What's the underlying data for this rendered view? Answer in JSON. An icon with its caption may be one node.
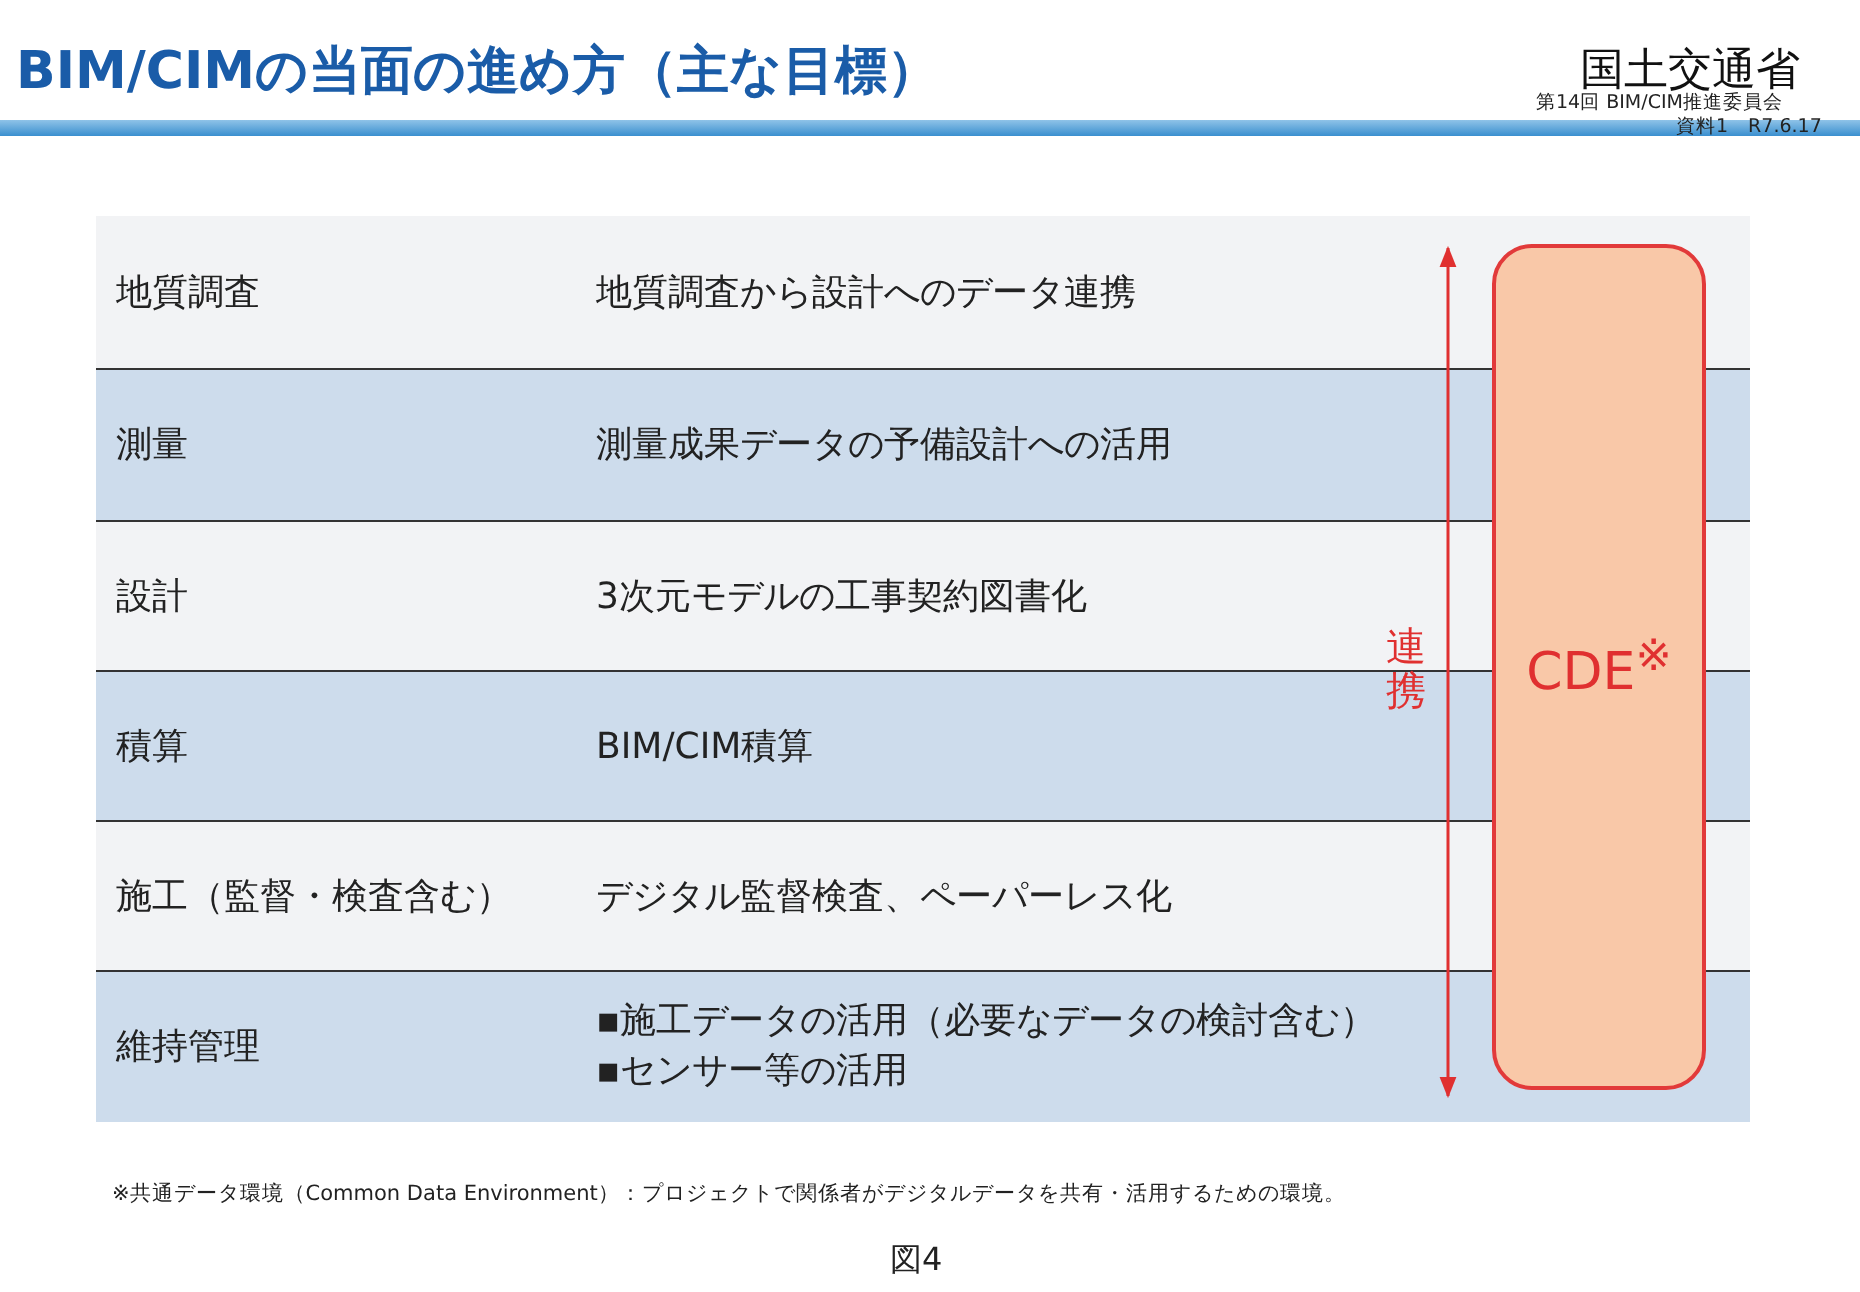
{
  "diagram": {
    "title": "BIM/CIMの当面の進め方（主な目標）",
    "caption": "図4",
    "nodes": [
      {
        "text": [
          "CDE$^{※}$"
        ]
      }
    ],
    "labels": [
      "国土交通省",
      "第14回 BIM/CIM推進委員会",
      "資料1　R7.6.17",
      "地質調査",
      "地質調査から設計へのデータ連携",
      "測量",
      "測量成果データの予備設計への活用",
      "設計",
      "3次元モデルの工事契約図書化",
      "積算",
      "BIM/CIM積算",
      "施工（監督・検査含む）",
      "デジタル監督検査、ペーパーレス化",
      "維持管理",
      "▪施工データの活用（必要なデータの検討含む）",
      "▪センサー等の活用",
      "連携",
      "※共通データ環境（Common Data Environment）：プロジェクトで関係者がデジタルデータを共有・活用するための環境。"
    ]
  }
}
